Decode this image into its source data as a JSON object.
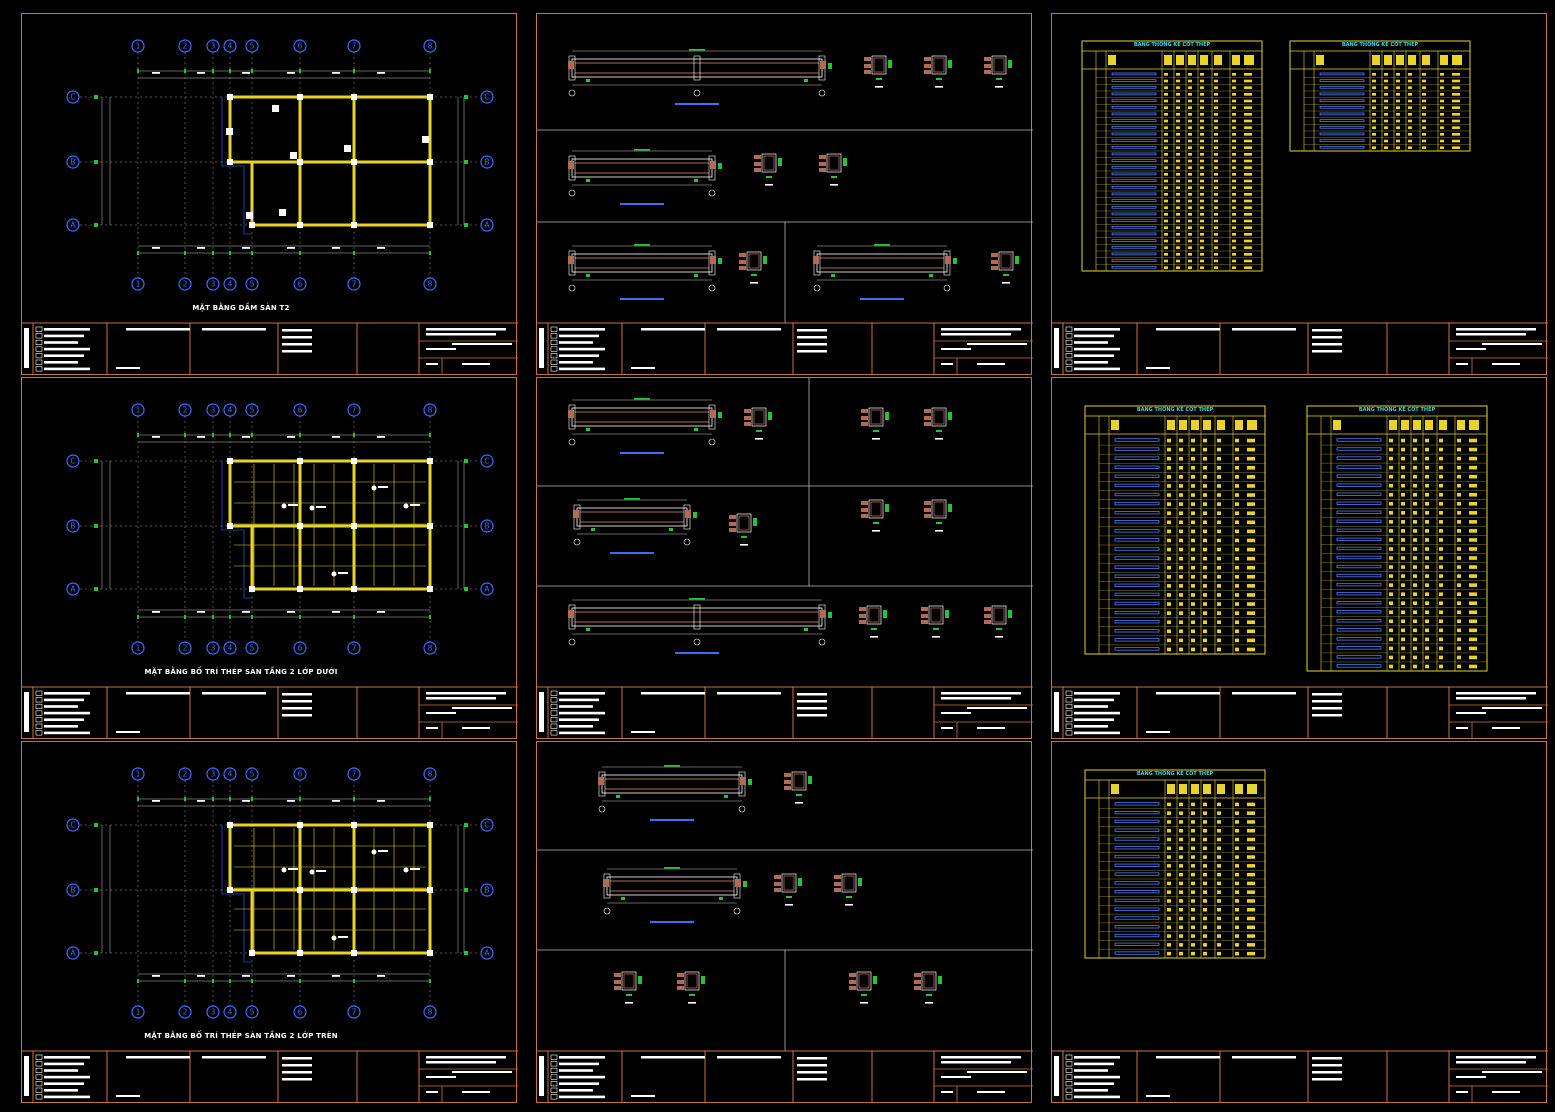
{
  "colors": {
    "background": "#000000",
    "sheet_border": "#c8743a",
    "grid_bubble": "#3d6cff",
    "beam": "#e6d42a",
    "dim_line": "#c8c8c8",
    "marker": "#22c43a",
    "rebar": "#b06a55",
    "table_cyan": "#2fdce8",
    "table_blue": "#4f7cff"
  },
  "grid_axes": {
    "vertical": [
      "1",
      "2",
      "3",
      "4",
      "5",
      "6",
      "7",
      "8"
    ],
    "horizontal": [
      "C",
      "B",
      "A"
    ]
  },
  "plan_titles": [
    "MẶT BẰNG DẦM SÀN T2",
    "MẶT BẰNG BỐ TRÍ THÉP SÀN TẦNG 2 LỚP DƯỚI",
    "MẶT BẰNG BỐ TRÍ THÉP SÀN TẦNG 2 LỚP TRÊN"
  ],
  "schedule_title": "BẢNG THỐNG KÊ CỐT THÉP"
}
